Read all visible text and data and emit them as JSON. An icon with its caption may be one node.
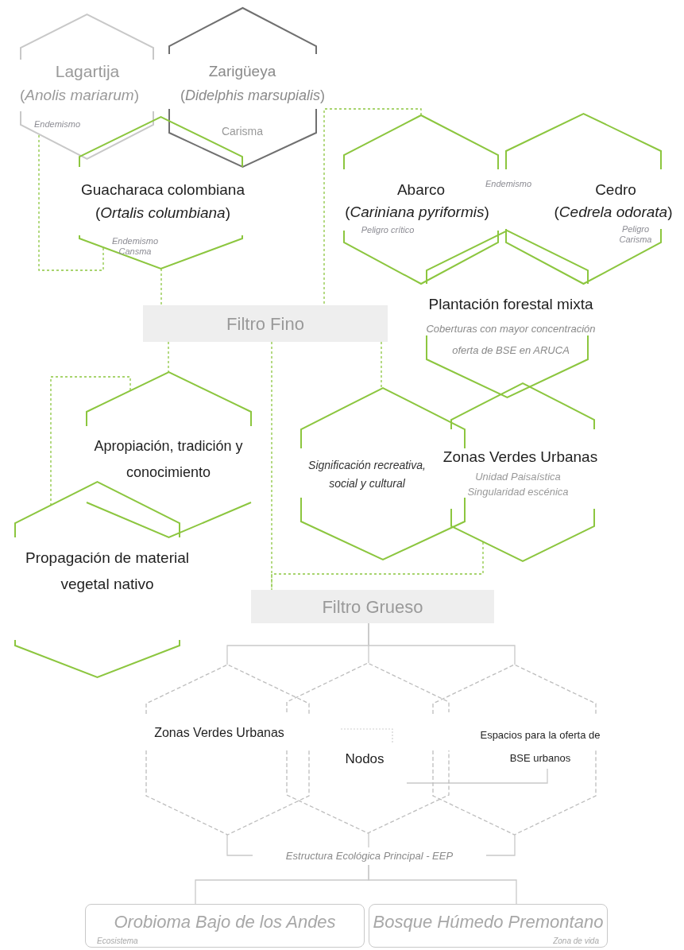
{
  "diagram": {
    "nodes": [
      {
        "text": [
          "Lagartija",
          "(*Anolis mariarum*)",
          "Endemismo"
        ]
      },
      {
        "text": [
          "Zarigüeya",
          "(*Didelphis marsupialis*)",
          "Carisma"
        ]
      },
      {
        "text": [
          "Guacharaca colombiana",
          "(*Ortalis columbiana*)",
          "Endemismo Cansma"
        ]
      },
      {
        "text": [
          "Abarco",
          "(*Cariniana pyriformis*)",
          "Peligro crítico"
        ]
      },
      {
        "text": [
          "Cedro",
          "(*Cedrela odorata*)",
          "Peligro Carisma"
        ]
      },
      {
        "text": [
          "Plantación forestal mixta",
          "Coberturas con mayor concentración oferta de BSE en ARUCA"
        ]
      },
      {
        "text": [
          "Filtro Fino"
        ]
      },
      {
        "text": [
          "Apropiación, tradición y conocimiento"
        ]
      },
      {
        "text": [
          "Propagación de material vegetal nativo"
        ]
      },
      {
        "text": [
          "Significación recreativa, social y cultural"
        ]
      },
      {
        "text": [
          "Zonas Verdes Urbanas",
          "Unidad Paisaística Singularidad escénica"
        ]
      },
      {
        "text": [
          "Filtro Grueso"
        ]
      },
      {
        "text": [
          "Zonas Verdes Urbanas"
        ]
      },
      {
        "text": [
          "Nodos"
        ]
      },
      {
        "text": [
          "Espacios para la oferta de BSE urbanos"
        ]
      },
      {
        "text": [
          "Estructura Ecológica Principal - EEP"
        ]
      },
      {
        "text": [
          "Orobioma Bajo de los Andes",
          "Ecosistema"
        ]
      },
      {
        "text": [
          "Bosque Húmedo Premontano",
          "Zona de vida"
        ]
      }
    ],
    "edges": [
      {
        "from": 0,
        "to": 2,
        "arrow": "none",
        "style": "dashed",
        "color": "#8cc63f"
      },
      {
        "from": 2,
        "to": 6,
        "arrow": "none",
        "style": "dashed",
        "color": "#8cc63f"
      },
      {
        "from": 3,
        "to": 6,
        "arrow": "none",
        "style": "dashed",
        "color": "#8cc63f"
      },
      {
        "from": 6,
        "to": 7,
        "arrow": "none",
        "style": "dashed",
        "color": "#8cc63f"
      },
      {
        "from": 7,
        "to": 8,
        "arrow": "none",
        "style": "dashed",
        "color": "#8cc63f"
      },
      {
        "from": 6,
        "to": 9,
        "arrow": "none",
        "style": "dashed",
        "color": "#8cc63f"
      },
      {
        "from": 6,
        "to": 11,
        "arrow": "none",
        "style": "dashed",
        "color": "#8cc63f"
      },
      {
        "from": 10,
        "to": 11,
        "arrow": "none",
        "style": "dashed",
        "color": "#8cc63f"
      },
      {
        "from": 11,
        "to": 12,
        "arrow": "none"
      },
      {
        "from": 11,
        "to": 13,
        "arrow": "none"
      },
      {
        "from": 11,
        "to": 14,
        "arrow": "none"
      },
      {
        "from": 12,
        "to": 15,
        "arrow": "none"
      },
      {
        "from": 13,
        "to": 15,
        "arrow": "none"
      },
      {
        "from": 14,
        "to": 15,
        "arrow": "none"
      },
      {
        "from": 15,
        "to": 16,
        "arrow": "none"
      },
      {
        "from": 15,
        "to": 17,
        "arrow": "none"
      },
      {
        "from": 14,
        "to": 13,
        "arrow": "none"
      }
    ],
    "labels": [
      "Endemismo"
    ]
  }
}
